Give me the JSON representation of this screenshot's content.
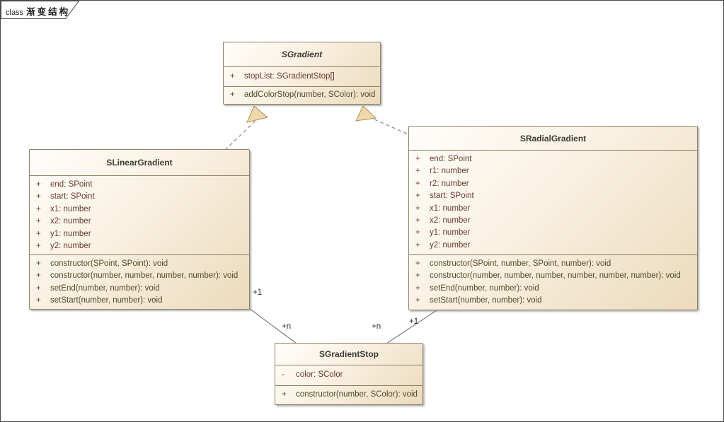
{
  "frame": {
    "prefix": "class",
    "title": "渐变结构"
  },
  "classes": {
    "sgradient": {
      "name": "SGradient",
      "abstract": true,
      "attributes": [
        {
          "sign": "+",
          "text": "stopList: SGradientStop[]"
        }
      ],
      "methods": [
        {
          "sign": "+",
          "text": "addColorStop(number, SColor): void"
        }
      ]
    },
    "slinear": {
      "name": "SLinearGradient",
      "abstract": false,
      "attributes": [
        {
          "sign": "+",
          "text": "end: SPoint"
        },
        {
          "sign": "+",
          "text": "start: SPoint"
        },
        {
          "sign": "+",
          "text": "x1: number"
        },
        {
          "sign": "+",
          "text": "x2: number"
        },
        {
          "sign": "+",
          "text": "y1: number"
        },
        {
          "sign": "+",
          "text": "y2: number"
        }
      ],
      "methods": [
        {
          "sign": "+",
          "text": "constructor(SPoint, SPoint): void"
        },
        {
          "sign": "+",
          "text": "constructor(number, number, number, number): void"
        },
        {
          "sign": "+",
          "text": "setEnd(number, number): void"
        },
        {
          "sign": "+",
          "text": "setStart(number, number): void"
        }
      ]
    },
    "sradial": {
      "name": "SRadialGradient",
      "abstract": false,
      "attributes": [
        {
          "sign": "+",
          "text": "end: SPoint"
        },
        {
          "sign": "+",
          "text": "r1: number"
        },
        {
          "sign": "+",
          "text": "r2: number"
        },
        {
          "sign": "+",
          "text": "start: SPoint"
        },
        {
          "sign": "+",
          "text": "x1: number"
        },
        {
          "sign": "+",
          "text": "x2: number"
        },
        {
          "sign": "+",
          "text": "y1: number"
        },
        {
          "sign": "+",
          "text": "y2: number"
        }
      ],
      "methods": [
        {
          "sign": "+",
          "text": "constructor(SPoint, number, SPoint, number): void"
        },
        {
          "sign": "+",
          "text": "constructor(number, number, number, number, number, number): void"
        },
        {
          "sign": "+",
          "text": "setEnd(number, number): void"
        },
        {
          "sign": "+",
          "text": "setStart(number, number): void"
        }
      ]
    },
    "sstop": {
      "name": "SGradientStop",
      "abstract": false,
      "attributes": [
        {
          "sign": "-",
          "text": "color: SColor"
        }
      ],
      "methods": [
        {
          "sign": "+",
          "text": "constructor(number, SColor): void"
        }
      ]
    }
  },
  "relations": {
    "linear_to_stop": {
      "source_mult": "+1",
      "target_mult": "+n"
    },
    "radial_to_stop": {
      "source_mult": "+1",
      "target_mult": "+n"
    }
  },
  "colors": {
    "box_fill_light": "#fffefb",
    "box_fill_dark": "#ecdabc",
    "box_border": "#8f8066",
    "attribute_text": "#6a3a2e",
    "method_text": "#4c4d2a",
    "header_text": "#3b3b36",
    "connector_line": "#8a8a8a",
    "triangle_fill": "#f2d8a8",
    "triangle_stroke": "#a89066",
    "frame_border": "#4a4a4a"
  }
}
